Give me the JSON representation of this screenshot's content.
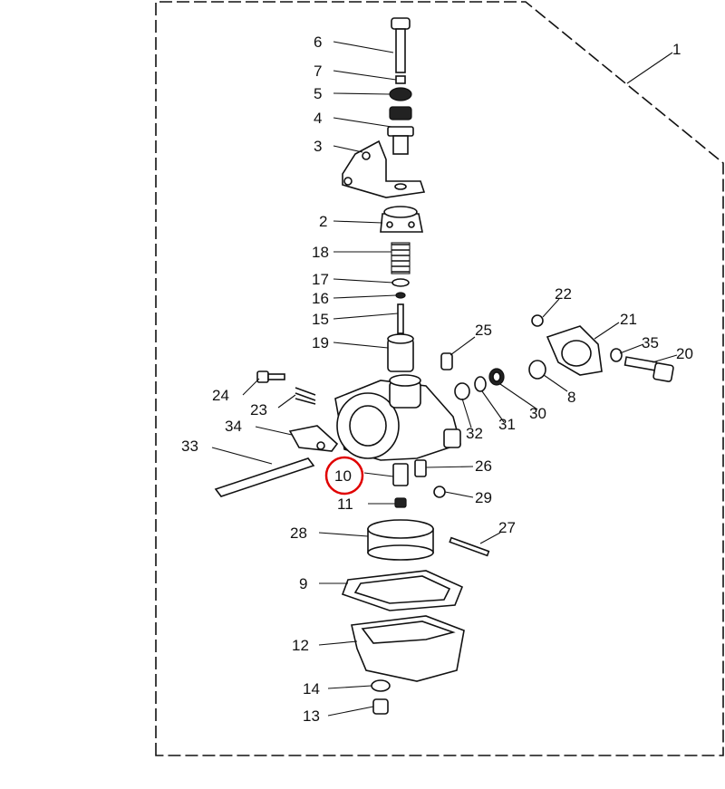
{
  "diagram": {
    "assembly_label": "1",
    "highlight_color": "#e00000",
    "highlighted_part": "10",
    "callouts": [
      "2",
      "3",
      "4",
      "5",
      "6",
      "7",
      "8",
      "9",
      "10",
      "11",
      "12",
      "13",
      "14",
      "15",
      "16",
      "17",
      "18",
      "19",
      "20",
      "21",
      "22",
      "23",
      "24",
      "25",
      "26",
      "27",
      "28",
      "29",
      "30",
      "31",
      "32",
      "33",
      "34",
      "35"
    ]
  }
}
